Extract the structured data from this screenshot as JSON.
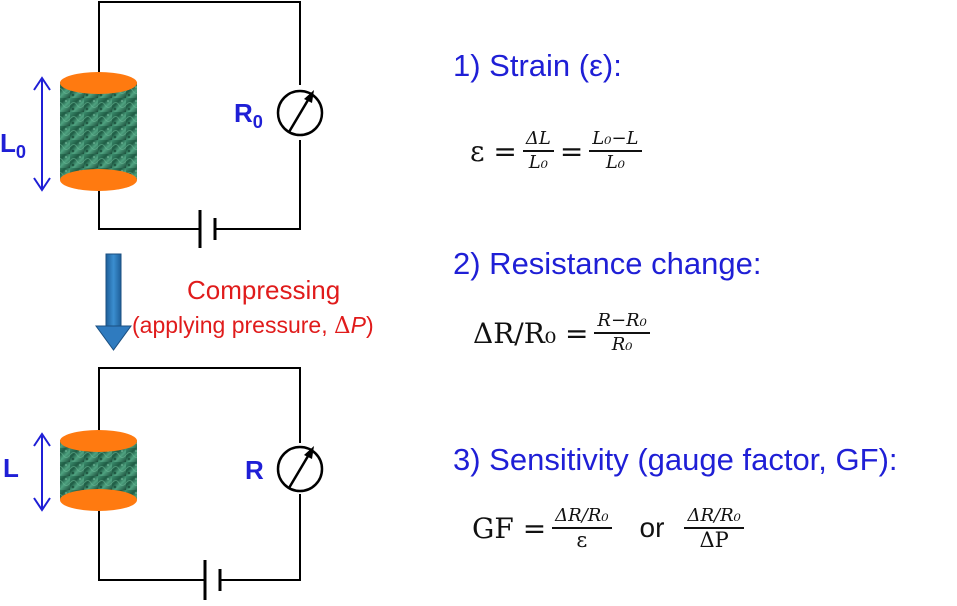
{
  "colors": {
    "heading_blue": "#1f1fd6",
    "label_blue": "#1f1fd6",
    "compress_red": "#e01b1b",
    "electrode_orange": "#ff7a10",
    "sponge_green": "#2e7a5e",
    "arrow_blue": "#2f7bbf"
  },
  "circuit_top": {
    "length_label": "L",
    "length_sub": "0",
    "resistance_label": "R",
    "resistance_sub": "0"
  },
  "circuit_bottom": {
    "length_label": "L",
    "resistance_label": "R"
  },
  "process": {
    "line1": "Compressing",
    "line2_prefix": "(applying pressure, ",
    "line2_delta": "Δ",
    "line2_var": "P",
    "line2_suffix": ")"
  },
  "headings": {
    "strain": "1) Strain (ε):",
    "resistance": "2) Resistance change:",
    "sensitivity": "3) Sensitivity (gauge factor, GF):"
  },
  "equations": {
    "strain_lhs": "ε =",
    "strain_f1_num": "ΔL",
    "strain_f1_den": "L₀",
    "strain_eq2": "=",
    "strain_f2_num": "L₀−L",
    "strain_f2_den": "L₀",
    "res_lhs": "ΔR/R₀ =",
    "res_num": "R−R₀",
    "res_den": "R₀",
    "gf_lhs": "GF =",
    "gf_f1_num": "ΔR/R₀",
    "gf_f1_den": "ε",
    "gf_or": "or",
    "gf_f2_num": "ΔR/R₀",
    "gf_f2_den": "ΔP"
  }
}
